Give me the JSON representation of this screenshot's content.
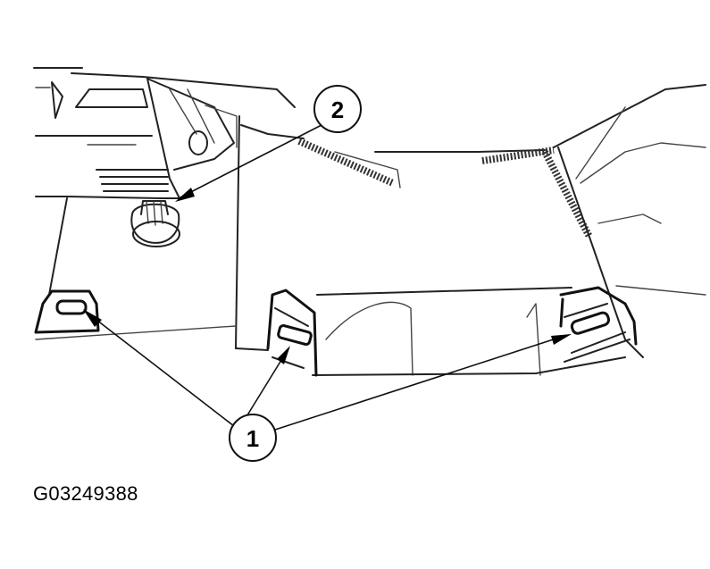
{
  "diagram": {
    "type": "technical-line-illustration",
    "subject": "lower instrument panel trim panel with fastener locations",
    "figure_id": "G03249388",
    "callouts": [
      {
        "label": "1",
        "description": "retaining clips (3 locations)",
        "arrow_count": 3
      },
      {
        "label": "2",
        "description": "electrical connector",
        "arrow_count": 1
      }
    ]
  }
}
